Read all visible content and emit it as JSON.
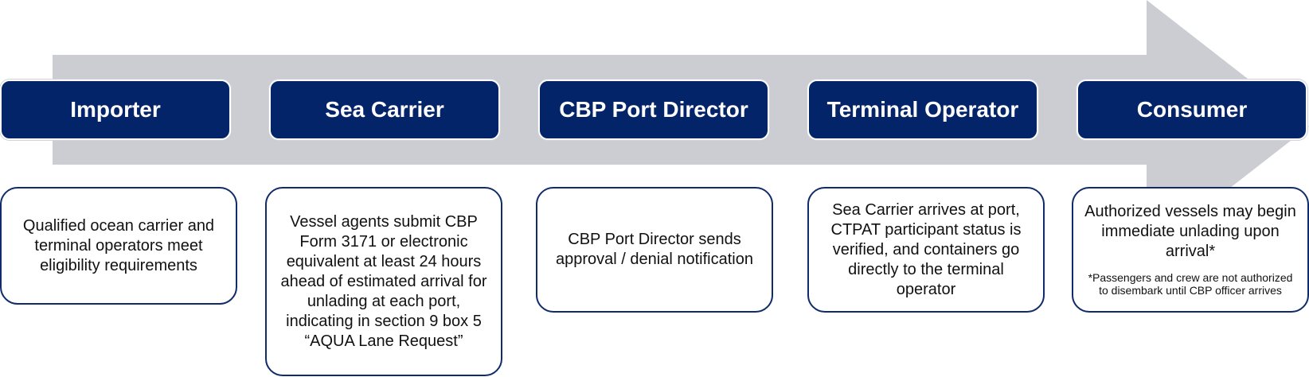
{
  "colors": {
    "arrow": "#cbcdd2",
    "header_fill": "#04246a",
    "box_border": "#0f2b6b"
  },
  "steps": [
    {
      "title": "Importer",
      "description": "Qualified ocean carrier and terminal operators meet eligibility requirements"
    },
    {
      "title": "Sea Carrier",
      "description": "Vessel agents submit CBP Form 3171 or electronic equivalent at least 24 hours ahead of estimated arrival for unlading at each port, indicating in section 9 box 5 “AQUA Lane Request”"
    },
    {
      "title": "CBP Port Director",
      "description": "CBP Port Director sends approval / denial notification"
    },
    {
      "title": "Terminal Operator",
      "description": "Sea Carrier arrives at port, CTPAT participant status is verified, and containers go directly to the terminal operator"
    },
    {
      "title": "Consumer",
      "description": "Authorized vessels may begin immediate unlading upon arrival*",
      "note": "*Passengers and crew are not authorized to disembark until CBP officer arrives"
    }
  ]
}
